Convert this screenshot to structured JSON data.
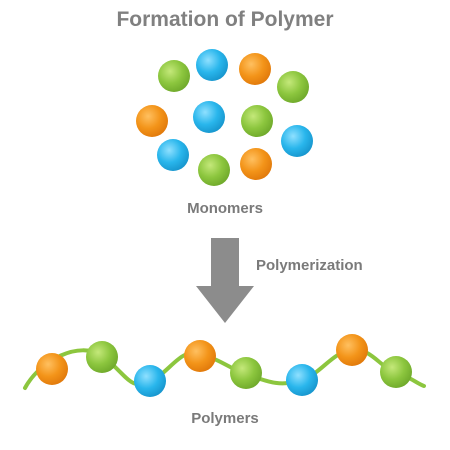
{
  "title": "Formation of Polymer",
  "monomers_label": "Monomers",
  "process_label": "Polymerization",
  "polymers_label": "Polymers",
  "colors": {
    "orange": "#f39419",
    "green": "#8cc63e",
    "blue": "#29b6ec",
    "chain": "#8cc63e",
    "arrow": "#8c8c8c",
    "text": "#7a7a7a"
  },
  "monomer_colors": [
    "green",
    "blue",
    "orange",
    "green",
    "orange",
    "blue",
    "green",
    "blue",
    "blue",
    "green",
    "orange"
  ],
  "polymer_bead_colors": [
    "orange",
    "green",
    "blue",
    "orange",
    "green",
    "blue",
    "orange",
    "green"
  ]
}
